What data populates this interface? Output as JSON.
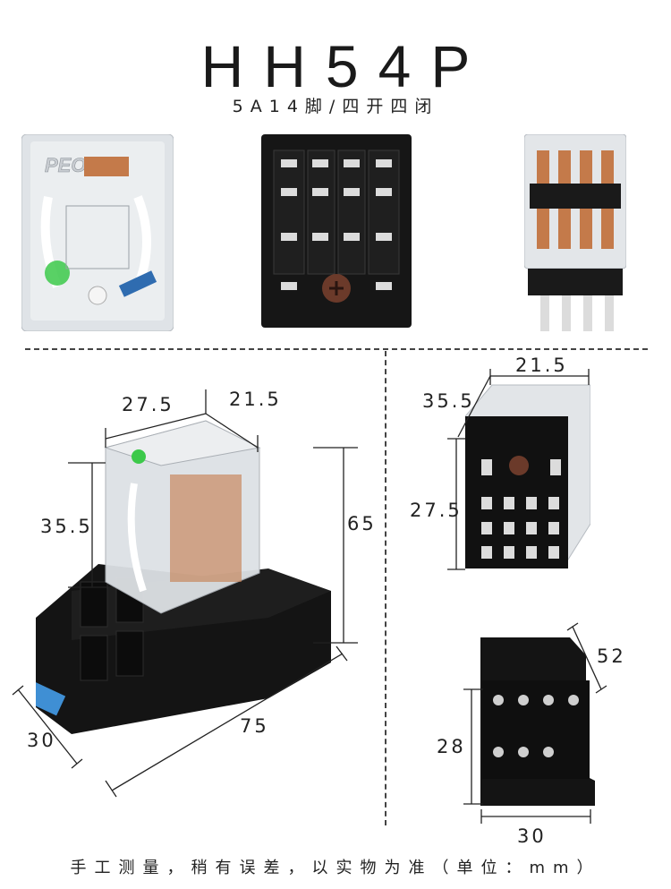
{
  "header": {
    "title": "HH54P",
    "subtitle": "5A14脚/四开四闭"
  },
  "product_top": {
    "brand_text": "PEOTR"
  },
  "dimensions": {
    "relay_width": "27.5",
    "relay_depth": "21.5",
    "relay_height": "35.5",
    "total_height": "65",
    "base_length": "75",
    "base_width": "30",
    "side_depth": "35.5",
    "side_width": "21.5",
    "side_height": "27.5",
    "socket_depth": "52",
    "socket_height": "28",
    "socket_width": "30"
  },
  "footer": {
    "note": "手工测量，稍有误差，以实物为准（单位：mm）"
  },
  "colors": {
    "relay_clear": "#d9dde2",
    "black_plastic": "#161616",
    "copper": "#c47a4a",
    "accent_green": "#3cc94a"
  }
}
